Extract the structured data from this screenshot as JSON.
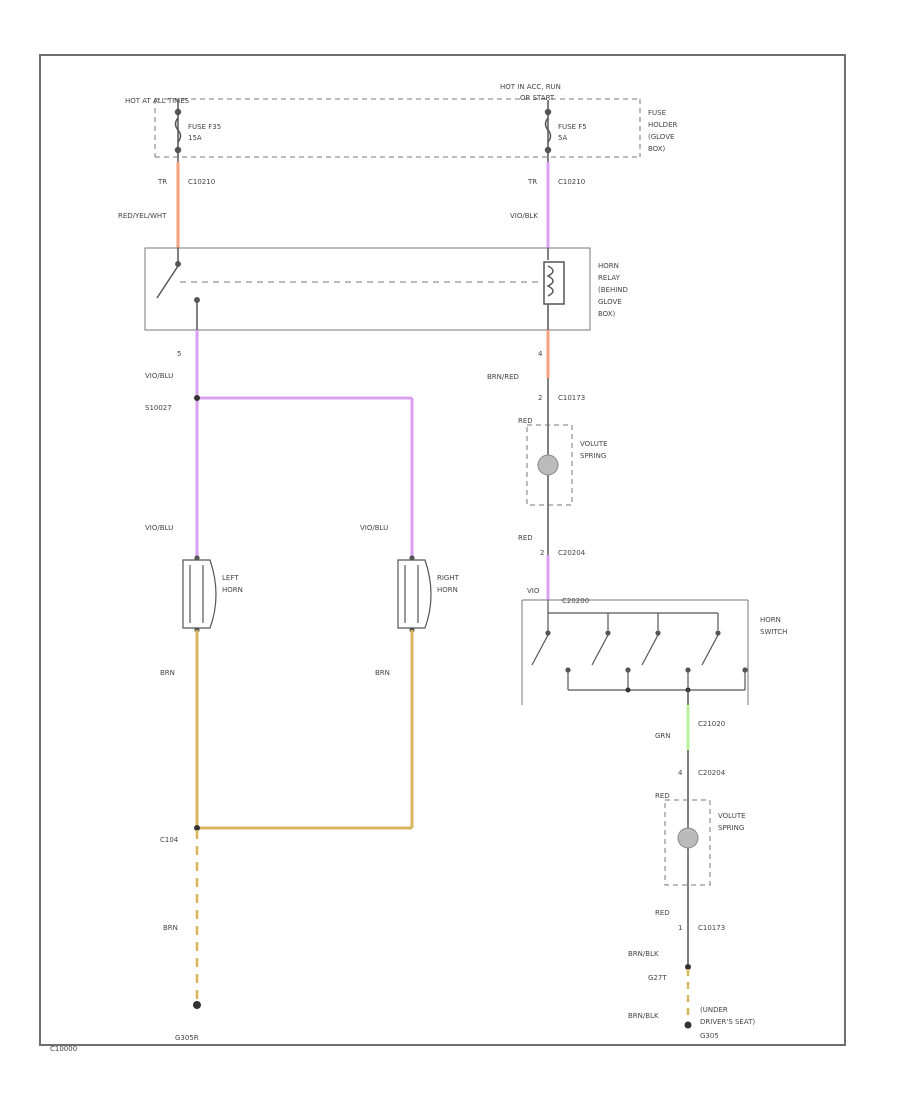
{
  "labels": {
    "hot_left": "HOT AT ALL TIMES",
    "hot_right": "HOT IN ACC, RUN",
    "hot_right_sub": "OR START",
    "fuse_left": "FUSE F35",
    "fuse_left_amp": "15A",
    "fuse_right": "FUSE F5",
    "fuse_right_amp": "5A",
    "fuse_holder_1": "FUSE",
    "fuse_holder_2": "HOLDER",
    "fuse_holder_3": "(GLOVE",
    "fuse_holder_4": "BOX)",
    "pin_tr_left": "TR",
    "conn_left_top": "C10210",
    "pin_tr_right": "TR",
    "conn_right_top": "C10210",
    "wire_red_yel_wht": "RED/YEL/WHT",
    "wire_vio_blk": "VIO/BLK",
    "relay_1": "HORN",
    "relay_2": "RELAY",
    "relay_3": "(BEHIND",
    "relay_4": "GLOVE",
    "relay_5": "BOX)",
    "pin_5": "5",
    "wire_vio_blu_1": "VIO/BLU",
    "splice_left": "S10027",
    "pin_4": "4",
    "wire_brn_red": "BRN/RED",
    "pin_2a": "2",
    "conn_c10": "C10173",
    "wire_red_a": "RED",
    "volute_1a": "VOLUTE",
    "volute_1b": "SPRING",
    "wire_vio_blu_2": "VIO/BLU",
    "wire_vio_blu_3": "VIO/BLU",
    "wire_red_b": "RED",
    "pin_2b": "2",
    "conn_c20": "C20204",
    "left_horn_1": "LEFT",
    "left_horn_2": "HORN",
    "right_horn_1": "RIGHT",
    "right_horn_2": "HORN",
    "wire_vio": "VIO",
    "conn_c20b": "C20200",
    "horn_sw_1": "HORN",
    "horn_sw_2": "SWITCH",
    "wire_brn_1": "BRN",
    "wire_brn_2": "BRN",
    "wire_grn": "GRN",
    "conn_c20c": "C21020",
    "pin_4b": "4",
    "conn_c20d": "C20204",
    "wire_red_c": "RED",
    "volute_2a": "VOLUTE",
    "volute_2b": "SPRING",
    "splice_bottom": "C104",
    "wire_brn_3": "BRN",
    "wire_red_d": "RED",
    "pin_1": "1",
    "conn_c10b": "C10173",
    "wire_brn_blk_1": "BRN/BLK",
    "conn_g": "G27T",
    "wire_brn_blk_2": "BRN/BLK",
    "under_1": "(UNDER",
    "under_2": "DRIVER'S SEAT)",
    "ground_right": "G305",
    "ground_left": "G305R",
    "corner_id": "C10000"
  },
  "colors": {
    "frame": "#6e6e6e",
    "wire_black": "#555555",
    "wire_orange": "#f3a07e",
    "wire_violet": "#d9a0f2",
    "wire_tan": "#d8b65c",
    "wire_green": "#b8f09a"
  }
}
